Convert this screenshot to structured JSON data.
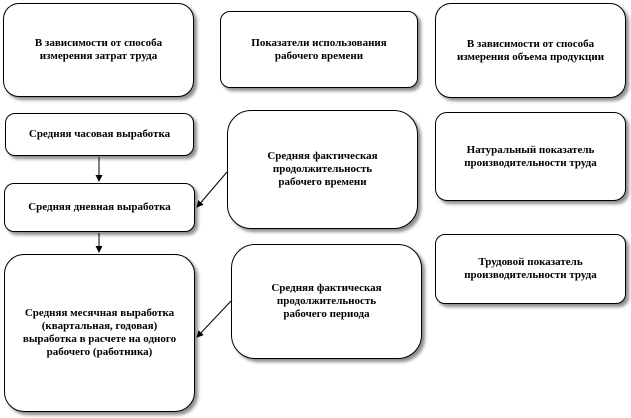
{
  "diagram": {
    "header_left": "В зависимости  от способа измерения  затрат  труда",
    "header_center": "Показатели  использования рабочего  времени",
    "header_right": "В зависимости  от способа измерения  объема продукции",
    "hourly_output": "Средняя часовая выработка",
    "daily_output": "Средняя дневная выработка",
    "monthly_output": "Средняя месячная выработка (квартальная,  годовая) выработка в расчете на одного рабочего (работника)",
    "actual_work_time": "Средняя фактическая продолжительность рабочего времени",
    "actual_work_period": "Средняя фактическая продолжительность рабочего периода",
    "natural_indicator": "Натуральный показатель производительности труда",
    "labor_indicator": "Трудовой показатель производительности труда"
  },
  "colors": {
    "border": "#000000",
    "background": "#ffffff",
    "shadow": "#737373"
  }
}
